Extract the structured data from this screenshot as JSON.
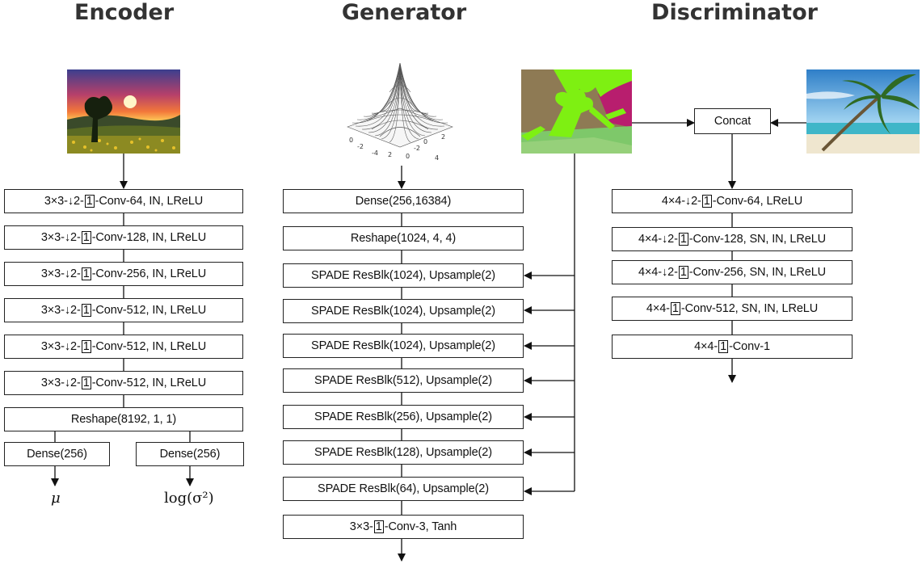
{
  "titles": {
    "encoder": "Encoder",
    "generator": "Generator",
    "discriminator": "Discriminator"
  },
  "encoder": {
    "layers": [
      {
        "pre": "3×3-↓2-",
        "k": "1",
        "post": "-Conv-64, IN, LReLU"
      },
      {
        "pre": "3×3-↓2-",
        "k": "1",
        "post": "-Conv-128, IN, LReLU"
      },
      {
        "pre": "3×3-↓2-",
        "k": "1",
        "post": "-Conv-256, IN, LReLU"
      },
      {
        "pre": "3×3-↓2-",
        "k": "1",
        "post": "-Conv-512, IN, LReLU"
      },
      {
        "pre": "3×3-↓2-",
        "k": "1",
        "post": "-Conv-512, IN, LReLU"
      },
      {
        "pre": "3×3-↓2-",
        "k": "1",
        "post": "-Conv-512, IN, LReLU"
      }
    ],
    "reshape": "Reshape(8192, 1, 1)",
    "dense_mu": "Dense(256)",
    "dense_logvar": "Dense(256)",
    "out_mu": "μ",
    "out_logvar": "log(σ²)"
  },
  "generator": {
    "dense": "Dense(256,16384)",
    "reshape": "Reshape(1024, 4, 4)",
    "spade": [
      "SPADE ResBlk(1024), Upsample(2)",
      "SPADE ResBlk(1024), Upsample(2)",
      "SPADE ResBlk(1024), Upsample(2)",
      "SPADE ResBlk(512), Upsample(2)",
      "SPADE ResBlk(256), Upsample(2)",
      "SPADE ResBlk(128), Upsample(2)",
      "SPADE ResBlk(64), Upsample(2)"
    ],
    "final": {
      "pre": "3×3-",
      "k": "1",
      "post": "-Conv-3, Tanh"
    },
    "surface_ticks": [
      "0",
      "-2",
      "-4",
      "-2",
      "0",
      "2",
      "2",
      "0",
      "4"
    ]
  },
  "discriminator": {
    "concat": "Concat",
    "layers": [
      {
        "pre": "4×4-↓2-",
        "k": "1",
        "post": "-Conv-64, LReLU"
      },
      {
        "pre": "4×4-↓2-",
        "k": "1",
        "post": "-Conv-128, SN, IN, LReLU"
      },
      {
        "pre": "4×4-↓2-",
        "k": "1",
        "post": "-Conv-256, SN, IN, LReLU"
      },
      {
        "pre": "4×4-",
        "k": "1",
        "post": "-Conv-512, SN, IN, LReLU"
      },
      {
        "pre": "4×4-",
        "k": "1",
        "post": "-Conv-1"
      }
    ]
  }
}
